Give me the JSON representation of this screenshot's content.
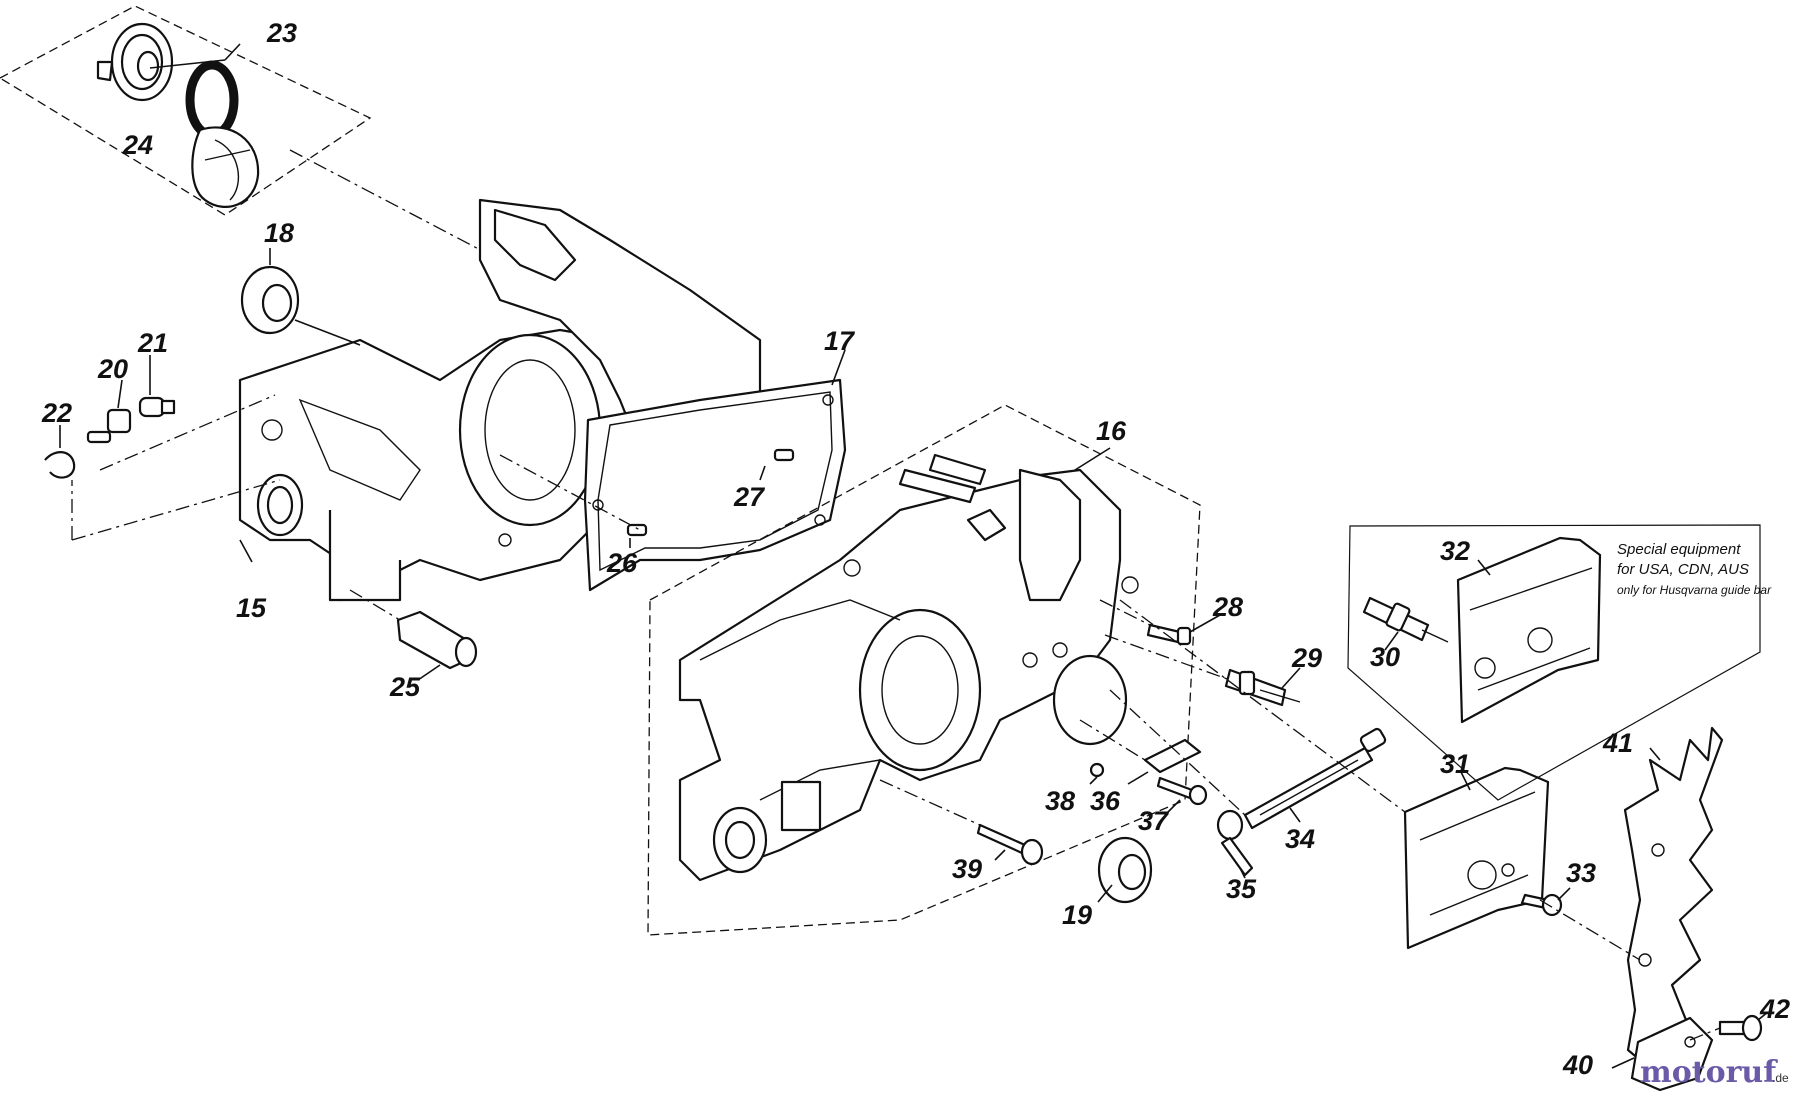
{
  "callouts": {
    "p15": "15",
    "p16": "16",
    "p17": "17",
    "p18": "18",
    "p19": "19",
    "p20": "20",
    "p21": "21",
    "p22": "22",
    "p23": "23",
    "p24": "24",
    "p25": "25",
    "p26": "26",
    "p27": "27",
    "p28": "28",
    "p29": "29",
    "p30": "30",
    "p31": "31",
    "p32": "32",
    "p33": "33",
    "p34": "34",
    "p35": "35",
    "p36": "36",
    "p37": "37",
    "p38": "38",
    "p39": "39",
    "p40": "40",
    "p41": "41",
    "p42": "42"
  },
  "special_note": {
    "line1": "Special equipment",
    "line2": "for USA, CDN, AUS",
    "line3": "only for Husqvarna guide bar"
  },
  "watermark": {
    "brand": "motoruf",
    "tld": ".de"
  }
}
